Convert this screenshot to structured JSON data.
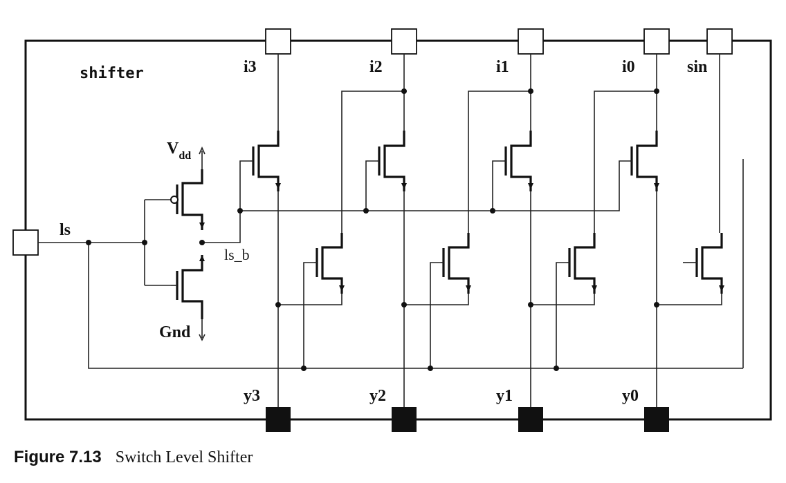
{
  "diagram": {
    "module_name": "shifter",
    "input_ports": [
      "i3",
      "i2",
      "i1",
      "i0",
      "sin"
    ],
    "output_ports": [
      "y3",
      "y2",
      "y1",
      "y0"
    ],
    "ls_port": "ls",
    "ls_b_label": "ls_b",
    "vdd": {
      "main": "V",
      "sub": "dd"
    },
    "gnd": "Gnd"
  },
  "caption": {
    "number": "Figure 7.13",
    "text": "Switch Level Shifter"
  }
}
